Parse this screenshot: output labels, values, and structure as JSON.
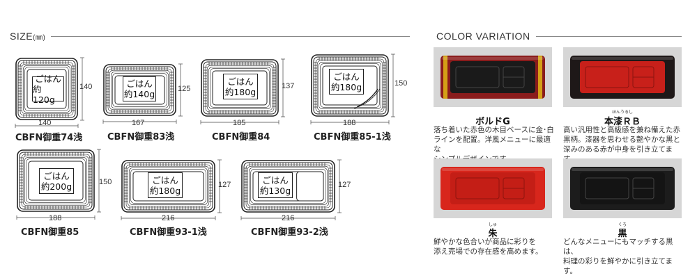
{
  "size_section": {
    "title": "SIZE",
    "unit": "(㎜)"
  },
  "color_section": {
    "title": "COLOR VARIATION"
  },
  "trays": [
    {
      "model": "CBFN御重74浅",
      "width": "140",
      "height": "140",
      "label_line1": "ごはん",
      "label_line2": "約120g"
    },
    {
      "model": "CBFN御重83浅",
      "width": "167",
      "height": "125",
      "label_line1": "ごはん",
      "label_line2": "約140g"
    },
    {
      "model": "CBFN御重84",
      "width": "185",
      "height": "137",
      "label_line1": "ごはん",
      "label_line2": "約180g"
    },
    {
      "model": "CBFN御重85-1浅",
      "width": "188",
      "height": "150",
      "label_line1": "ごはん",
      "label_line2": "約180g"
    },
    {
      "model": "CBFN御重85",
      "width": "188",
      "height": "150",
      "label_line1": "ごはん",
      "label_line2": "約200g"
    },
    {
      "model": "CBFN御重93-1浅",
      "width": "216",
      "height": "127",
      "label_line1": "ごはん",
      "label_line2": "約180g"
    },
    {
      "model": "CBFN御重93-2浅",
      "width": "216",
      "height": "127",
      "label_line1": "ごはん",
      "label_line2": "約130g"
    }
  ],
  "colors": [
    {
      "name": "ボルドG",
      "ruby": "",
      "desc_line1": "落ち着いた赤色の木目ベースに金･白",
      "desc_line2": "ラインを配置。洋風メニューに最適な",
      "desc_line3": "シンプルデザインです。",
      "base_color": "#8a1c1c",
      "inner_color": "#1a1a1a",
      "accent_color": "#d4a017"
    },
    {
      "name": "本漆ＲＢ",
      "ruby": "ほんうるし",
      "desc_line1": "高い汎用性と高級感を兼ね備えた赤",
      "desc_line2": "黒柄。漆器を思わせる艶やかな黒と",
      "desc_line3": "深みのある赤が中身を引き立てます。",
      "base_color": "#1f1a1a",
      "inner_color": "#c8201a",
      "accent_color": "#2a2222"
    },
    {
      "name": "朱",
      "ruby": "しゅ",
      "desc_line1": "鮮やかな色合いが商品に彩りを",
      "desc_line2": "添え売場での存在感を高めます。",
      "desc_line3": "",
      "base_color": "#d8261c",
      "inner_color": "#c41e16",
      "accent_color": "#e8463a"
    },
    {
      "name": "黒",
      "ruby": "くろ",
      "desc_line1": "どんなメニューにもマッチする黒は、",
      "desc_line2": "料理の彩りを鮮やかに引き立てます。",
      "desc_line3": "",
      "base_color": "#1c1c1c",
      "inner_color": "#141414",
      "accent_color": "#3a3a3a"
    }
  ]
}
